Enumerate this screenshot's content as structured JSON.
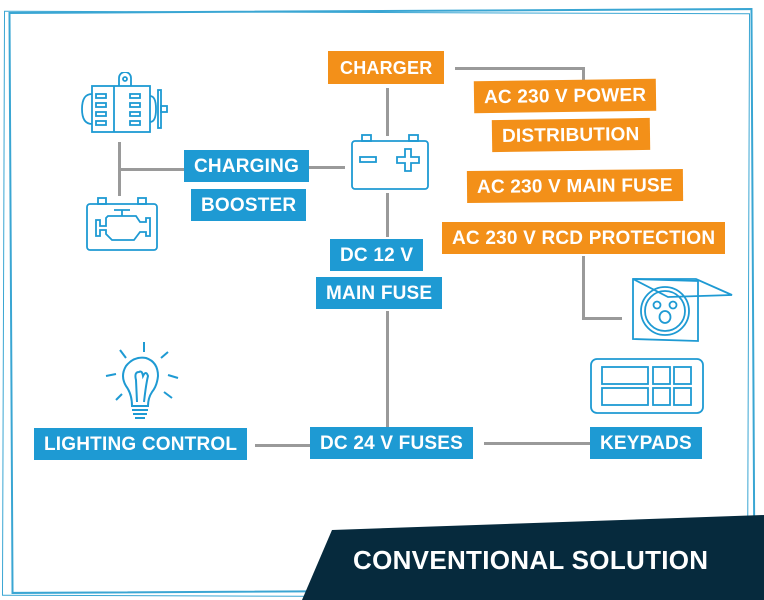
{
  "colors": {
    "blue_label": "#1e9ad3",
    "orange_label": "#f39019",
    "connector": "#9a9a9a",
    "icon_stroke": "#1e9ad3",
    "banner": "#062a3d",
    "frame": "#3aa6d3"
  },
  "labels": {
    "charger": "CHARGER",
    "ac_power_1": "AC 230 V POWER",
    "ac_power_2": "DISTRIBUTION",
    "ac_main_fuse": "AC 230 V MAIN FUSE",
    "ac_rcd": "AC 230 V RCD PROTECTION",
    "charging_1": "CHARGING",
    "charging_2": "BOOSTER",
    "dc12_1": "DC 12 V",
    "dc12_2": "MAIN FUSE",
    "lighting": "LIGHTING CONTROL",
    "dc24": "DC 24 V FUSES",
    "keypads": "KEYPADS"
  },
  "icons": [
    "alternator-icon",
    "engine-icon",
    "battery-icon",
    "power-socket-icon",
    "keypad-icon",
    "light-bulb-icon"
  ],
  "banner": {
    "title": "CONVENTIONAL SOLUTION"
  }
}
